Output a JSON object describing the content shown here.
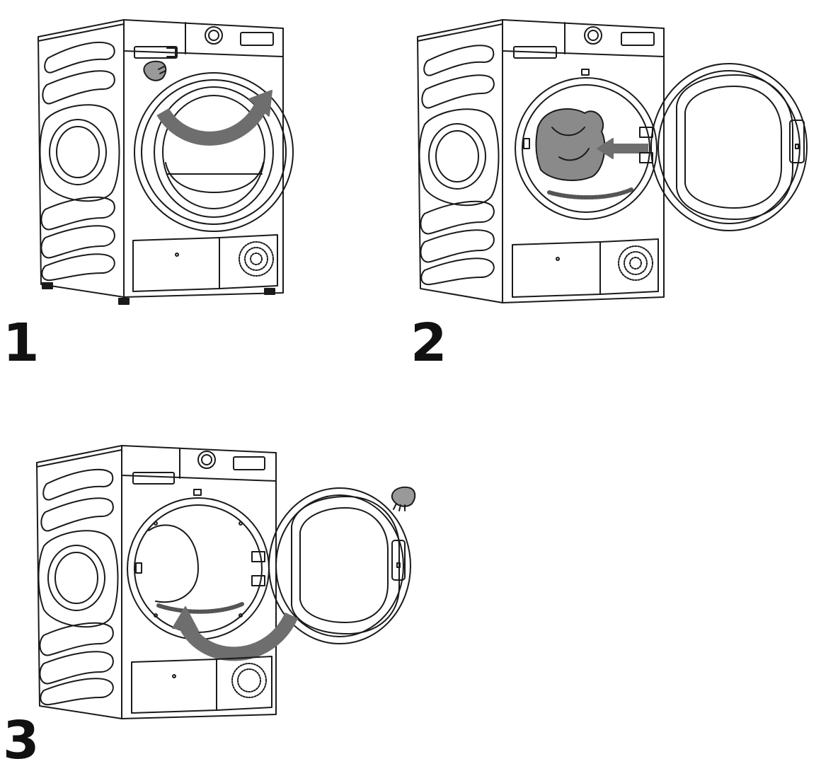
{
  "steps": [
    {
      "number": "1",
      "illustration": "dryer-door-closed-turning-handle",
      "arrow_icon": "curved-arrow-right"
    },
    {
      "number": "2",
      "illustration": "dryer-door-open-loading-laundry",
      "arrow_icon": "straight-arrow-left"
    },
    {
      "number": "3",
      "illustration": "dryer-door-open-closing",
      "arrow_icon": "curved-arrow-left"
    }
  ],
  "colors": {
    "line": "#1a1a1a",
    "arrow_fill": "#6e6e6e",
    "laundry_fill": "#8a8a8a",
    "hand_fill": "#999999",
    "background": "#ffffff"
  }
}
